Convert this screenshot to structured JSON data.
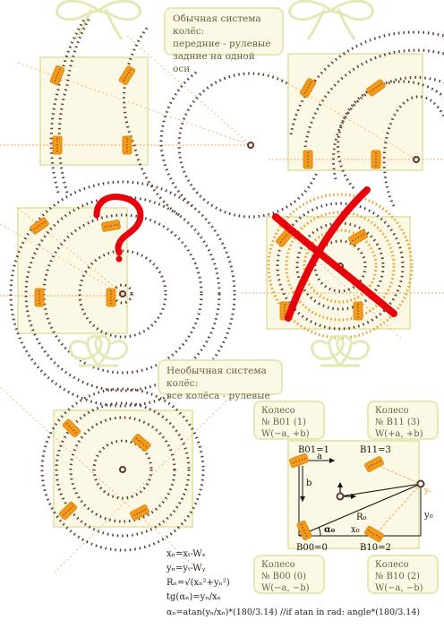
{
  "callouts": {
    "normal_system": "Обычная система колёс:\nпередние - рулевые\nзадние на одной оси",
    "unusual_system": "Необычная система колёс:\nвсе колёса - рулевые"
  },
  "wheels": {
    "b01": {
      "title": "Колесо",
      "id": "№ B01 (1)",
      "w": "W(−a, +b)"
    },
    "b11": {
      "title": "Колесо",
      "id": "№ B11 (3)",
      "w": "W(+a, +b)"
    },
    "b00": {
      "title": "Колесо",
      "id": "№ B00 (0)",
      "w": "W(−a, −b)"
    },
    "b10": {
      "title": "Колесо",
      "id": "№ B10 (2)",
      "w": "W(−a, −b)"
    }
  },
  "schematic": {
    "b01": "B01=1",
    "b11": "B11=3",
    "b00": "B00=0",
    "b10": "B10=2",
    "a": "a",
    "b": "b",
    "r0": "R₀",
    "x0": "x₀",
    "y0": "y₀",
    "yt": "yₜ",
    "alpha0": "α₀"
  },
  "formulas": {
    "f1": "xₙ=xₜ-Wₓ",
    "f2": "yₙ=yₜ-Wᵧ",
    "f3": "Rₙ=√(xₙ²+yₙ²)",
    "f4": "tg(αₙ)=yₙ/xₙ",
    "f5": "αₙ=atan(yₙ/xₙ)*(180/3.14)    //if atan in rad: angle*(180/3.14)"
  },
  "colors": {
    "panel_fill": "#fbf9e6",
    "panel_border": "#e5e8b4",
    "wheel_orange": "#f39a1c",
    "arc_dots": "#5a3a30",
    "guide_orange": "#f4a460",
    "red_mark": "#e8000a"
  }
}
